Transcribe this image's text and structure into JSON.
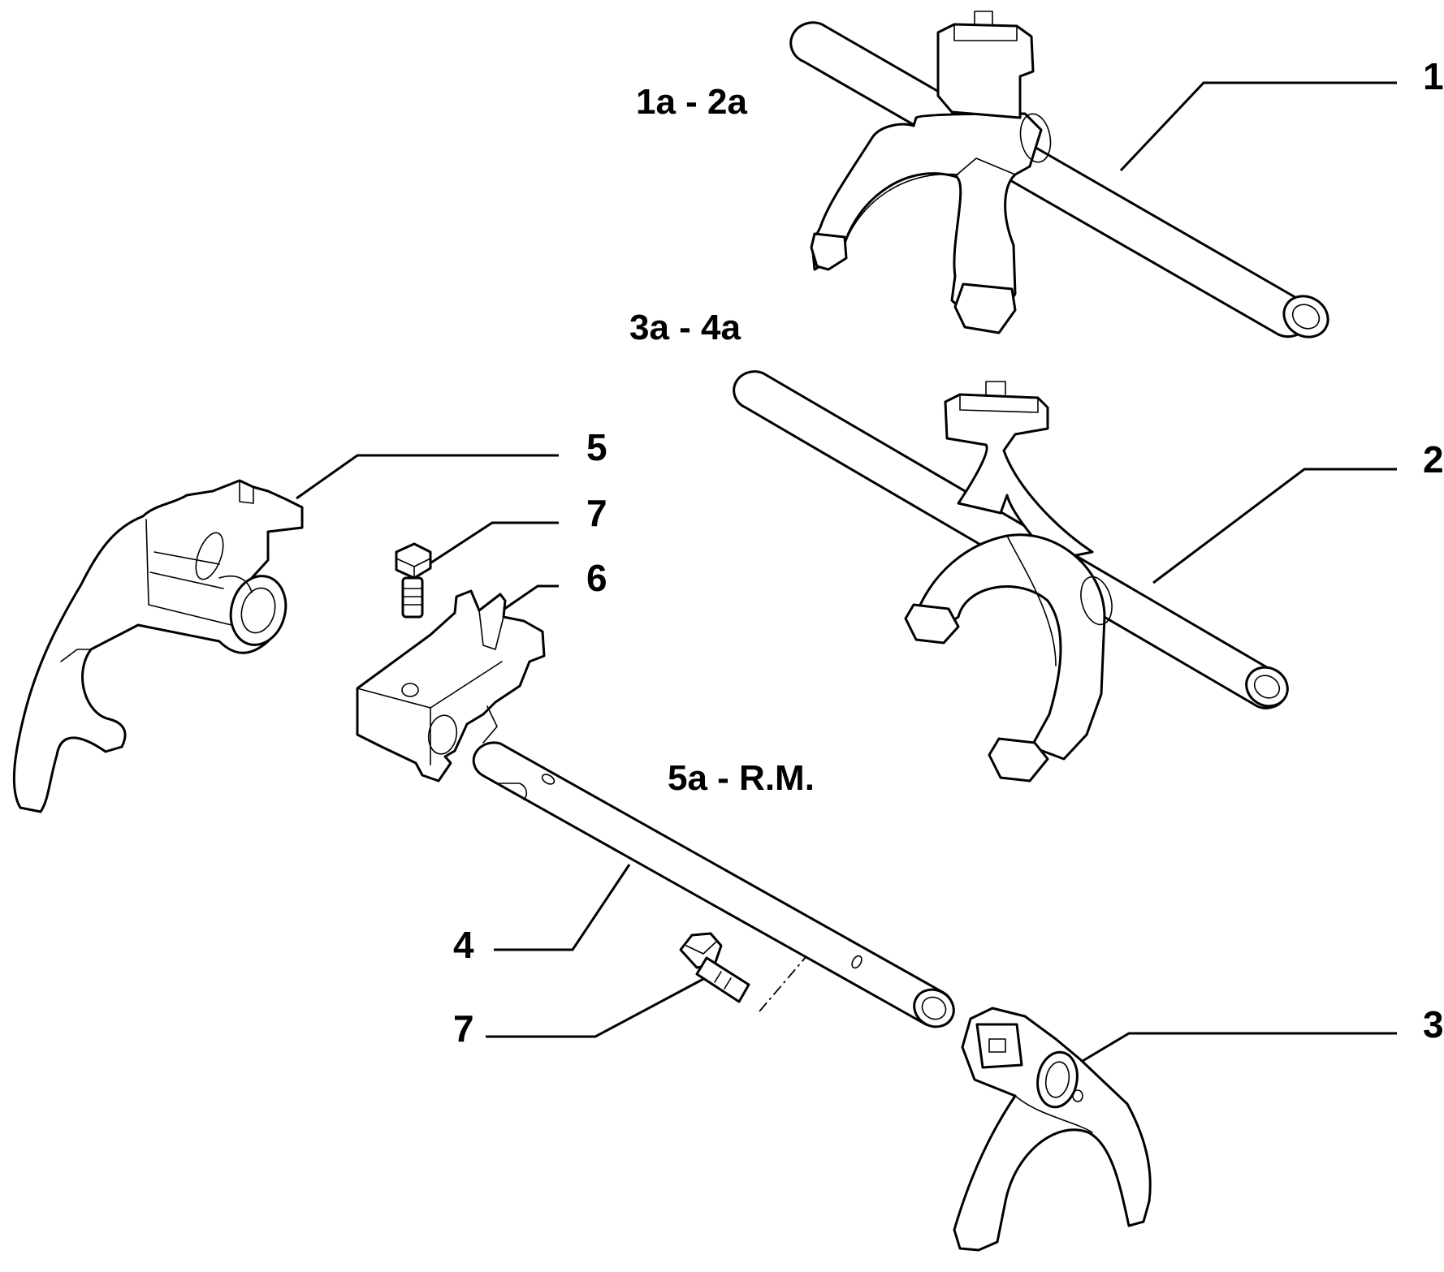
{
  "group_labels": {
    "gear_1_2": "1a - 2a",
    "gear_3_4": "3a - 4a",
    "gear_5_rm": "5a - R.M."
  },
  "callouts": {
    "part_1": "1",
    "part_2": "2",
    "part_3": "3",
    "part_4": "4",
    "part_5": "5",
    "part_6": "6",
    "part_7_top": "7",
    "part_7_bottom": "7"
  }
}
